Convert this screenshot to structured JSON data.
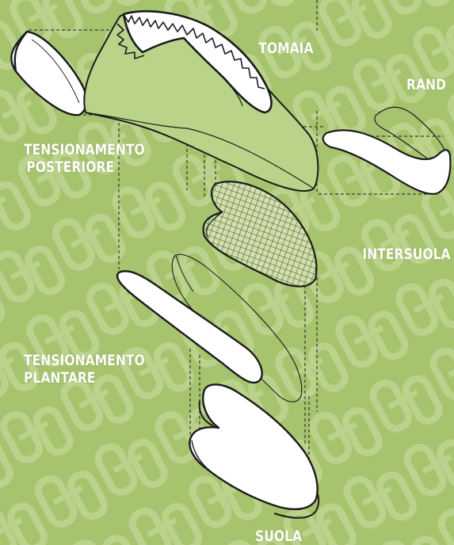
{
  "colors": {
    "background": "#a6c36e",
    "watermark": "#bcd48e",
    "stroke": "#1b1b1b",
    "part_fill": "#ffffff",
    "label_text": "#ffffff"
  },
  "labels": {
    "tomaia": "TOMAIA",
    "rand": "RAND",
    "tensionamento_posteriore": [
      "TENSIONAMENTO",
      "POSTERIORE"
    ],
    "intersuola": "INTERSUOLA",
    "tensionamento_plantare": [
      "TENSIONAMENTO",
      "PLANTARE"
    ],
    "suola": "SUOLA"
  },
  "parts": [
    "heel-counter-part",
    "upper-part",
    "rand-part",
    "midsole-part",
    "plantar-plate-part",
    "outsole-part"
  ]
}
